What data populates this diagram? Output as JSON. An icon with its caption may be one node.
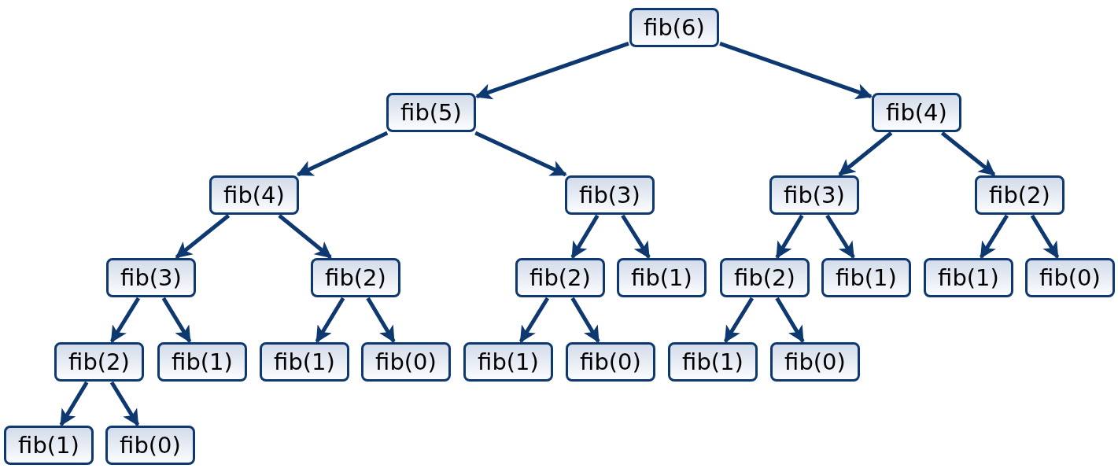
{
  "diagram": {
    "nodes": [
      {
        "text": [
          "fib(6)"
        ]
      },
      {
        "text": [
          "fib(5)"
        ]
      },
      {
        "text": [
          "fib(4)"
        ]
      },
      {
        "text": [
          "fib(4)"
        ]
      },
      {
        "text": [
          "fib(3)"
        ]
      },
      {
        "text": [
          "fib(3)"
        ]
      },
      {
        "text": [
          "fib(2)"
        ]
      },
      {
        "text": [
          "fib(3)"
        ]
      },
      {
        "text": [
          "fib(2)"
        ]
      },
      {
        "text": [
          "fib(2)"
        ]
      },
      {
        "text": [
          "fib(1)"
        ]
      },
      {
        "text": [
          "fib(2)"
        ]
      },
      {
        "text": [
          "fib(1)"
        ]
      },
      {
        "text": [
          "fib(1)"
        ]
      },
      {
        "text": [
          "fib(0)"
        ]
      },
      {
        "text": [
          "fib(2)"
        ]
      },
      {
        "text": [
          "fib(1)"
        ]
      },
      {
        "text": [
          "fib(1)"
        ]
      },
      {
        "text": [
          "fib(0)"
        ]
      },
      {
        "text": [
          "fib(1)"
        ]
      },
      {
        "text": [
          "fib(0)"
        ]
      },
      {
        "text": [
          "fib(1)"
        ]
      },
      {
        "text": [
          "fib(0)"
        ]
      },
      {
        "text": [
          "fib(1)"
        ]
      },
      {
        "text": [
          "fib(0)"
        ]
      }
    ],
    "edges": [
      {
        "from": 0,
        "to": 1,
        "arrow": "to"
      },
      {
        "from": 0,
        "to": 2,
        "arrow": "to"
      },
      {
        "from": 1,
        "to": 3,
        "arrow": "to"
      },
      {
        "from": 1,
        "to": 4,
        "arrow": "to"
      },
      {
        "from": 2,
        "to": 5,
        "arrow": "to"
      },
      {
        "from": 2,
        "to": 6,
        "arrow": "to"
      },
      {
        "from": 3,
        "to": 7,
        "arrow": "to"
      },
      {
        "from": 3,
        "to": 8,
        "arrow": "to"
      },
      {
        "from": 4,
        "to": 9,
        "arrow": "to"
      },
      {
        "from": 4,
        "to": 10,
        "arrow": "to"
      },
      {
        "from": 5,
        "to": 11,
        "arrow": "to"
      },
      {
        "from": 5,
        "to": 12,
        "arrow": "to"
      },
      {
        "from": 6,
        "to": 13,
        "arrow": "to"
      },
      {
        "from": 6,
        "to": 14,
        "arrow": "to"
      },
      {
        "from": 7,
        "to": 15,
        "arrow": "to"
      },
      {
        "from": 7,
        "to": 16,
        "arrow": "to"
      },
      {
        "from": 8,
        "to": 17,
        "arrow": "to"
      },
      {
        "from": 8,
        "to": 18,
        "arrow": "to"
      },
      {
        "from": 9,
        "to": 19,
        "arrow": "to"
      },
      {
        "from": 9,
        "to": 20,
        "arrow": "to"
      },
      {
        "from": 11,
        "to": 21,
        "arrow": "to"
      },
      {
        "from": 11,
        "to": 22,
        "arrow": "to"
      },
      {
        "from": 15,
        "to": 23,
        "arrow": "to"
      },
      {
        "from": 15,
        "to": 24,
        "arrow": "to"
      }
    ]
  }
}
